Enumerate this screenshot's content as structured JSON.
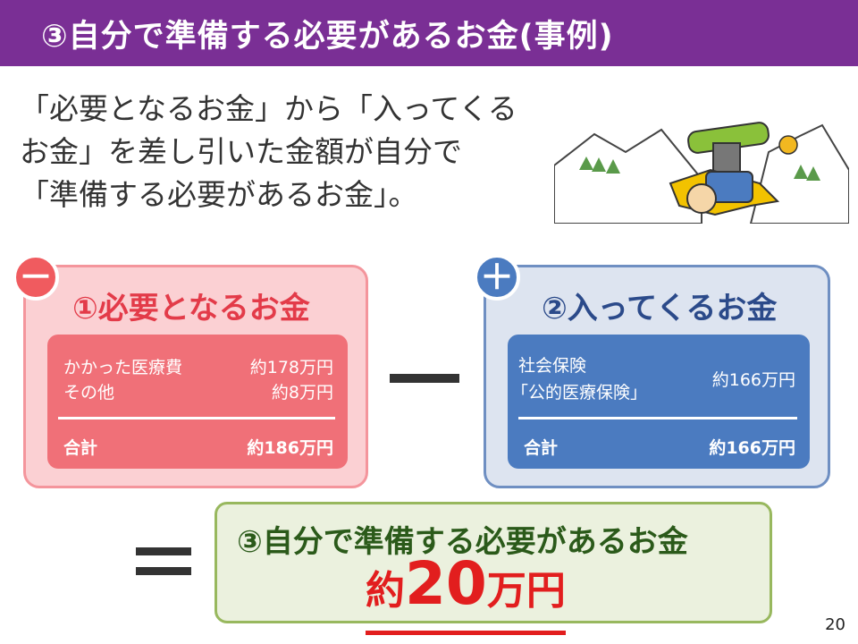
{
  "header": {
    "title": "③自分で準備する必要があるお金(事例)"
  },
  "intro": {
    "lines": [
      "「必要となるお金」から「入ってくる",
      "お金」を差し引いた金額が自分で",
      "「準備する必要があるお金」。"
    ]
  },
  "needed": {
    "sign": "－",
    "title": "①必要となるお金",
    "rows": [
      {
        "label": "かかった医療費",
        "amount": "約178万円"
      },
      {
        "label": "その他",
        "amount": "約8万円"
      }
    ],
    "total_label": "合計",
    "total_amount": "約186万円"
  },
  "incoming": {
    "sign": "＋",
    "title": "②入ってくるお金",
    "label_line1": "社会保険",
    "label_line2": "「公的医療保険」",
    "amount": "約166万円",
    "total_label": "合計",
    "total_amount": "約166万円"
  },
  "result": {
    "title": "③自分で準備する必要があるお金",
    "amount_prefix": "約",
    "amount_number": "20",
    "amount_suffix": "万円"
  },
  "page_number": "20",
  "colors": {
    "header_bg": "#7a2f95",
    "needed_accent": "#e33b49",
    "incoming_accent": "#2b4a8a",
    "result_accent": "#e21e1e"
  }
}
